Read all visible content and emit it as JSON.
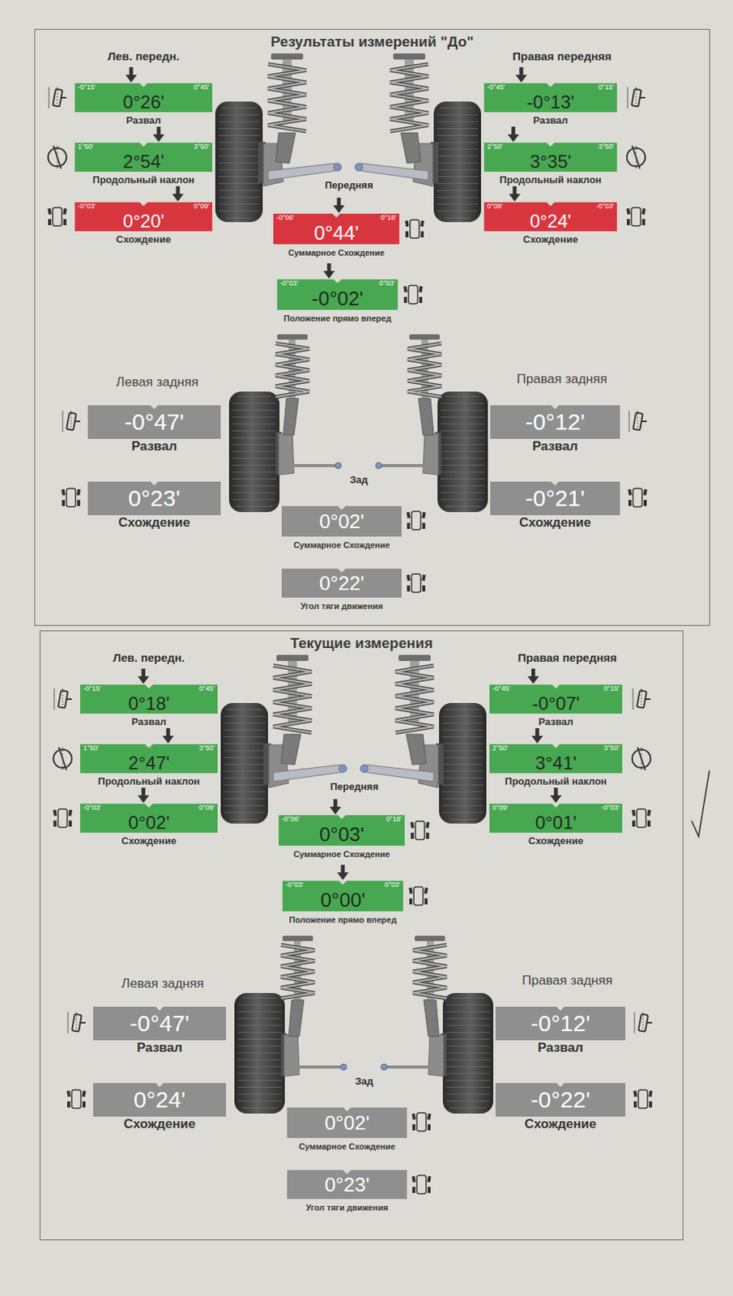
{
  "diagram": {
    "nodes": [
      {
        "text": [
          "Результаты измерений \"До\""
        ]
      },
      {
        "text": [
          "-0°15'",
          "0°45'",
          "0°26'",
          "Развал"
        ],
        "in": 0
      },
      {
        "text": [
          "-0°45'",
          "0°15'",
          "-0°13'",
          "Развал"
        ],
        "in": 0
      },
      {
        "text": [
          "1°50'",
          "3°50'",
          "2°54'",
          "Продольный наклон"
        ],
        "in": 0
      },
      {
        "text": [
          "2°50'",
          "3°50'",
          "3°35'",
          "Продольный наклон"
        ],
        "in": 0
      },
      {
        "text": [
          "-0°03'",
          "0°09'",
          "0°20'",
          "Схождение"
        ],
        "in": 0
      },
      {
        "text": [
          "0°09'",
          "-0°03'",
          "0°24'",
          "Схождение"
        ],
        "in": 0
      },
      {
        "text": [
          "-0°06'",
          "0°18'",
          "0°44'",
          "Суммарное Схождение"
        ],
        "in": 0
      },
      {
        "text": [
          "-0°03'",
          "0°03'",
          "-0°02'",
          "Положение прямо вперед"
        ],
        "in": 0
      },
      {
        "text": [
          "-0°47'",
          "Развал"
        ],
        "in": 0
      },
      {
        "text": [
          "-0°12'",
          "Развал"
        ],
        "in": 0
      },
      {
        "text": [
          "0°23'",
          "Схождение"
        ],
        "in": 0
      },
      {
        "text": [
          "-0°21'",
          "Схождение"
        ],
        "in": 0
      },
      {
        "text": [
          "0°02'",
          "Суммарное Схождение"
        ],
        "in": 0
      },
      {
        "text": [
          "0°22'",
          "Угол тяги движения"
        ],
        "in": 0
      },
      {
        "text": [
          "Текущие измерения"
        ]
      },
      {
        "text": [
          "-0°15'",
          "0°45'",
          "0°18'",
          "Развал"
        ],
        "in": 15
      },
      {
        "text": [
          "-0°45'",
          "0°15'",
          "-0°07'",
          "Развал"
        ],
        "in": 15
      },
      {
        "text": [
          "1°50'",
          "3°50'",
          "2°47'",
          "Продольный наклон"
        ],
        "in": 15
      },
      {
        "text": [
          "2°50'",
          "3°50'",
          "3°41'",
          "Продольный наклон"
        ],
        "in": 15
      },
      {
        "text": [
          "-0°03'",
          "0°09'",
          "0°02'",
          "Схождение"
        ],
        "in": 15
      },
      {
        "text": [
          "0°09'",
          "-0°03'",
          "0°01'",
          "Схождение"
        ],
        "in": 15
      },
      {
        "text": [
          "-0°06'",
          "0°18'",
          "0°03'",
          "Суммарное Схождение"
        ],
        "in": 15
      },
      {
        "text": [
          "-0°03'",
          "0°03'",
          "0°00'",
          "Положение прямо вперед"
        ],
        "in": 15
      },
      {
        "text": [
          "-0°47'",
          "Развал"
        ],
        "in": 15
      },
      {
        "text": [
          "-0°12'",
          "Развал"
        ],
        "in": 15
      },
      {
        "text": [
          "0°24'",
          "Схождение"
        ],
        "in": 15
      },
      {
        "text": [
          "-0°22'",
          "Схождение"
        ],
        "in": 15
      },
      {
        "text": [
          "0°02'",
          "Суммарное Схождение"
        ],
        "in": 15
      },
      {
        "text": [
          "0°23'",
          "Угол тяги движения"
        ],
        "in": 15
      }
    ],
    "labels": [
      "Лев. передн.",
      "Правая передняя",
      "Передняя",
      "Левая задняя",
      "Правая задняя",
      "Зад",
      "Лев. передн.",
      "Правая передняя",
      "Передняя",
      "Левая задняя",
      "Правая задняя",
      "Зад"
    ]
  }
}
